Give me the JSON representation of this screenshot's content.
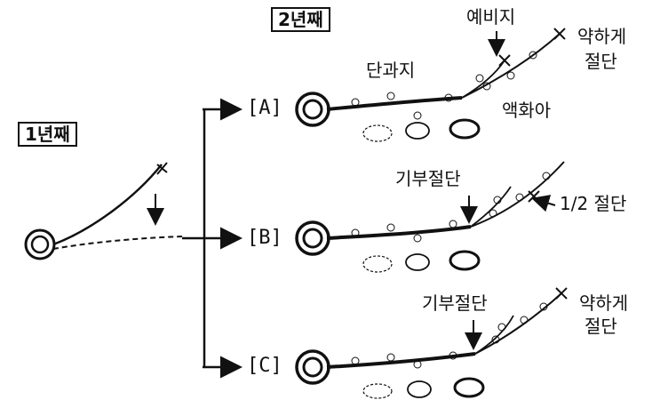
{
  "year_labels": {
    "year1": "1년째",
    "year2": "2년째"
  },
  "branches": [
    {
      "label": "[A]"
    },
    {
      "label": "[B]"
    },
    {
      "label": "[C]"
    }
  ],
  "annotations": {
    "spare_branch": "예비지",
    "short_shoot": "단과지",
    "axillary_flower_bud": "액화아",
    "light_cut_a_line1": "약하게",
    "light_cut_a_line2": "절단",
    "base_cut_b": "기부절단",
    "half_cut_b": "1/2 절단",
    "base_cut_c": "기부절단",
    "light_cut_c_line1": "약하게",
    "light_cut_c_line2": "절단"
  }
}
